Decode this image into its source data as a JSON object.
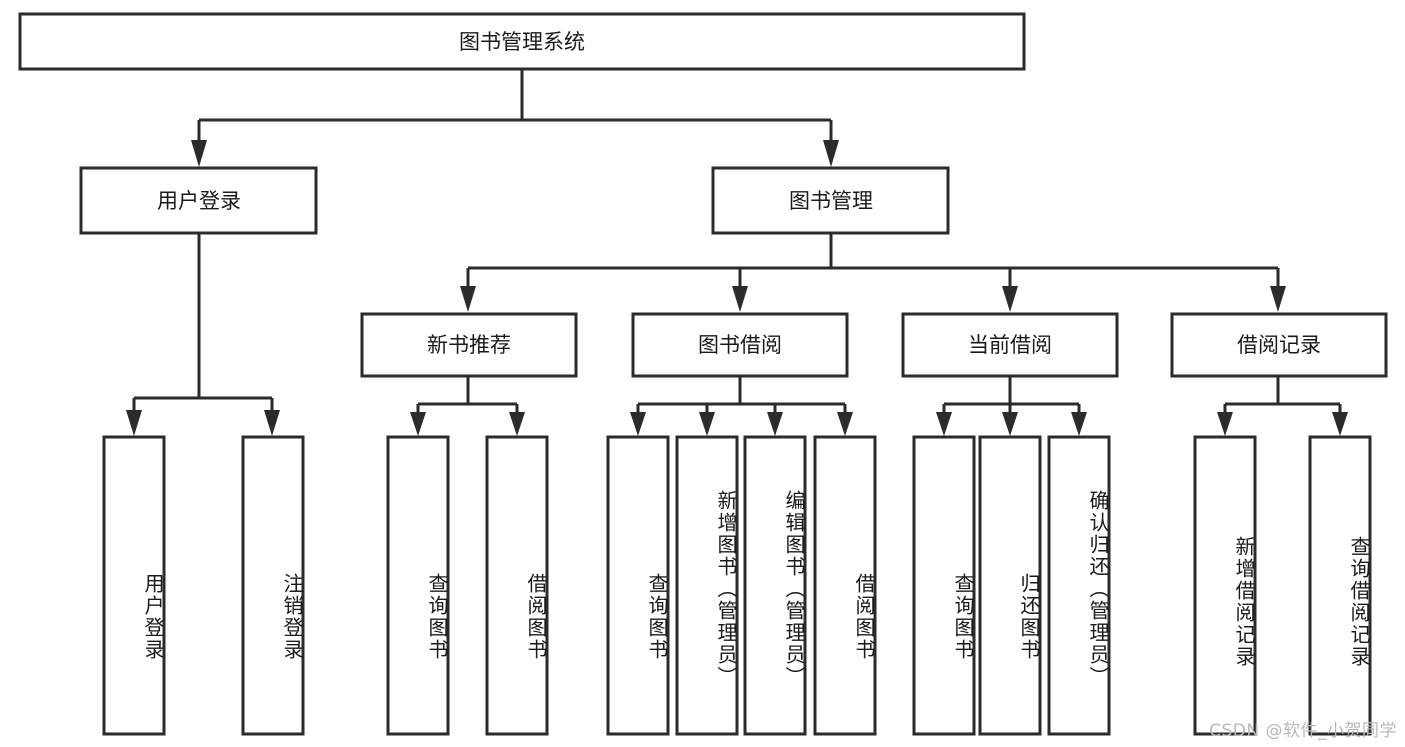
{
  "diagram": {
    "title": "图书管理系统",
    "type": "hierarchy-tree",
    "orientation": "top-down",
    "root": {
      "id": "root",
      "label": "图书管理系统",
      "level": 1
    },
    "level2": [
      {
        "id": "user-login",
        "label": "用户登录",
        "level": 2
      },
      {
        "id": "book-management",
        "label": "图书管理",
        "level": 2
      }
    ],
    "level3": [
      {
        "id": "new-book-recommend",
        "label": "新书推荐",
        "level": 3,
        "parent": "book-management"
      },
      {
        "id": "book-borrow",
        "label": "图书借阅",
        "level": 3,
        "parent": "book-management"
      },
      {
        "id": "current-borrow",
        "label": "当前借阅",
        "level": 3,
        "parent": "book-management"
      },
      {
        "id": "borrow-record",
        "label": "借阅记录",
        "level": 3,
        "parent": "book-management"
      }
    ],
    "leaves": [
      {
        "id": "leaf-user-login",
        "label": "用户登录",
        "parent": "user-login",
        "orientation": "vertical"
      },
      {
        "id": "leaf-user-logout",
        "label": "注销登录",
        "parent": "user-login",
        "orientation": "vertical"
      },
      {
        "id": "leaf-query-book-1",
        "label": "查询图书",
        "parent": "new-book-recommend",
        "orientation": "vertical"
      },
      {
        "id": "leaf-borrow-book-1",
        "label": "借阅图书",
        "parent": "new-book-recommend",
        "orientation": "vertical"
      },
      {
        "id": "leaf-query-book-2",
        "label": "查询图书",
        "parent": "book-borrow",
        "orientation": "vertical"
      },
      {
        "id": "leaf-add-book",
        "label": "新增图书（管理员）",
        "parent": "book-borrow",
        "orientation": "vertical"
      },
      {
        "id": "leaf-edit-book",
        "label": "编辑图书（管理员）",
        "parent": "book-borrow",
        "orientation": "vertical"
      },
      {
        "id": "leaf-borrow-book-2",
        "label": "借阅图书",
        "parent": "book-borrow",
        "orientation": "vertical"
      },
      {
        "id": "leaf-query-book-3",
        "label": "查询图书",
        "parent": "current-borrow",
        "orientation": "vertical"
      },
      {
        "id": "leaf-return-book",
        "label": "归还图书",
        "parent": "current-borrow",
        "orientation": "vertical"
      },
      {
        "id": "leaf-confirm-return",
        "label": "确认归还（管理员）",
        "parent": "current-borrow",
        "orientation": "vertical"
      },
      {
        "id": "leaf-add-record",
        "label": "新增借阅记录",
        "parent": "borrow-record",
        "orientation": "vertical"
      },
      {
        "id": "leaf-query-record",
        "label": "查询借阅记录",
        "parent": "borrow-record",
        "orientation": "vertical"
      }
    ]
  },
  "watermark": {
    "text": "CSDN @软件_小贺同学"
  },
  "colors": {
    "stroke": "#2b2b2b",
    "box_fill": "#ffffff",
    "text": "#1a1a1a",
    "background": "#ffffff",
    "watermark": "#b9b9b9"
  }
}
